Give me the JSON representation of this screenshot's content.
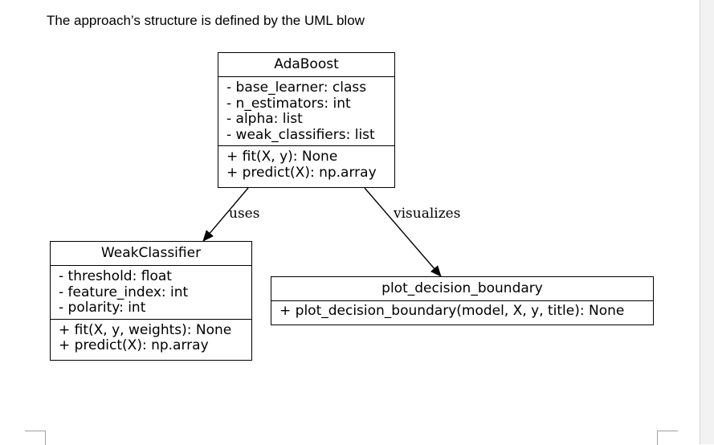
{
  "document": {
    "caption": "The approach’s structure is defined by the UML blow"
  },
  "diagram": {
    "classes": {
      "adaboost": {
        "name": "AdaBoost",
        "attributes": [
          "- base_learner: class",
          "- n_estimators: int",
          "- alpha: list",
          "- weak_classifiers: list"
        ],
        "methods": [
          "+ fit(X, y): None",
          "+ predict(X): np.array"
        ]
      },
      "weak_classifier": {
        "name": "WeakClassifier",
        "attributes": [
          "- threshold: float",
          "- feature_index: int",
          "- polarity: int"
        ],
        "methods": [
          "+ fit(X, y, weights): None",
          "+ predict(X): np.array"
        ]
      },
      "plot_decision_boundary": {
        "name": "plot_decision_boundary",
        "methods": [
          "+ plot_decision_boundary(model, X, y, title): None"
        ]
      }
    },
    "relations": [
      {
        "from": "AdaBoost",
        "to": "WeakClassifier",
        "label": "uses"
      },
      {
        "from": "AdaBoost",
        "to": "plot_decision_boundary",
        "label": "visualizes"
      }
    ]
  }
}
